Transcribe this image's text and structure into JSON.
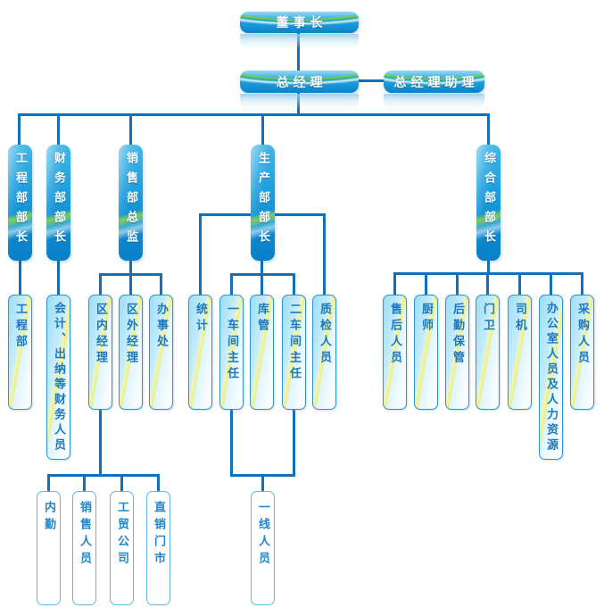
{
  "palette": {
    "node_gradient_top": "#44b9e9",
    "node_gradient_bottom": "#0a80c7",
    "swoosh_green": "#8ccd3c",
    "swoosh_yellow": "#eef07e",
    "light_node_fill": "#bfeafa",
    "light_node_border": "#2d94d1",
    "leaf_node_border": "#62b7e5",
    "connector": "#1170b8",
    "text_on_dark": "#ffffff",
    "text_blue": "#1a78c0"
  },
  "org": {
    "chairman": "董事长",
    "general_manager": "总经理",
    "gm_assistant": "总经理助理",
    "departments": [
      {
        "head": "工程部部长",
        "children": [
          "工程部"
        ]
      },
      {
        "head": "财务部部长",
        "children": [
          "会计、出纳等财务人员"
        ]
      },
      {
        "head": "销售部总监",
        "children": [
          "区内经理",
          "区外经理",
          "办事处"
        ]
      },
      {
        "head": "生产部部长",
        "children": [
          "统计",
          "一车间主任",
          "库管",
          "二车间主任",
          "质检人员"
        ]
      },
      {
        "head": "综合部部长",
        "children": [
          "售后人员",
          "厨师",
          "后勤保管",
          "门卫",
          "司机",
          "办公室人员及人力资源",
          "采购人员"
        ]
      }
    ],
    "sales_sub": [
      "内勤",
      "销售人员",
      "工贸公司",
      "直销门市"
    ],
    "production_sub": [
      "一线人员"
    ]
  }
}
